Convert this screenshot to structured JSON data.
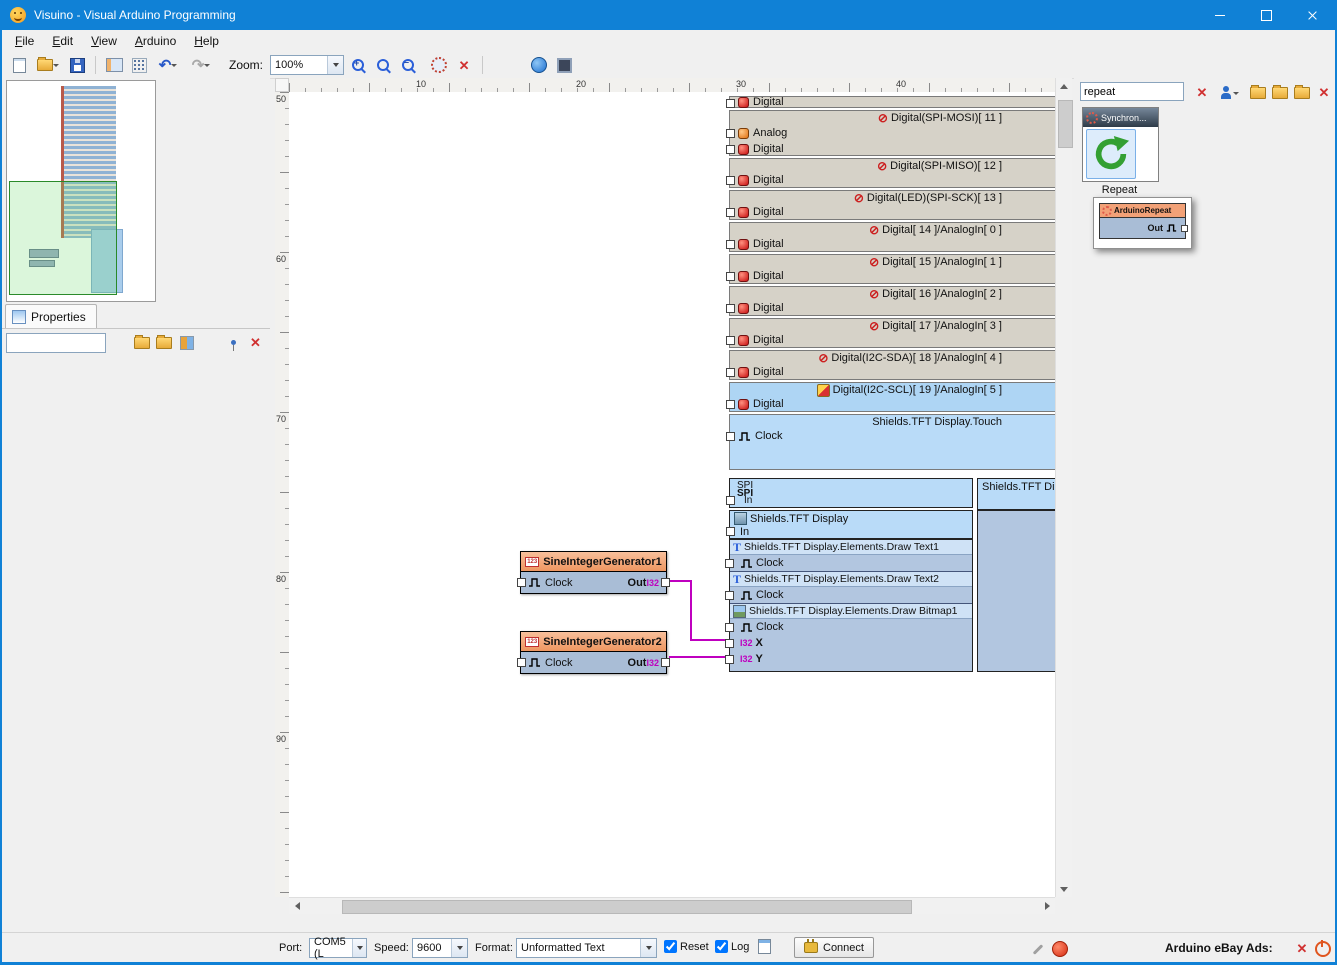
{
  "window": {
    "title": "Visuino - Visual Arduino Programming"
  },
  "menu": {
    "items": [
      {
        "label": "File"
      },
      {
        "label": "Edit"
      },
      {
        "label": "View"
      },
      {
        "label": "Arduino"
      },
      {
        "label": "Help"
      }
    ]
  },
  "toolbar": {
    "zoom_label": "Zoom:",
    "zoom_value": "100%"
  },
  "left_panel": {
    "properties_tab": "Properties"
  },
  "rulers": {
    "h": [
      "10",
      "20",
      "30",
      "40"
    ],
    "v": [
      "50",
      "60",
      "70",
      "80",
      "90"
    ]
  },
  "canvas": {
    "arduino": {
      "partial_pin": "Digital",
      "rows": [
        {
          "label": "Digital(SPI-MOSI)[ 11 ]",
          "pins": [
            "Analog",
            "Digital"
          ]
        },
        {
          "label": "Digital(SPI-MISO)[ 12 ]",
          "pins": [
            "Digital"
          ]
        },
        {
          "label": "Digital(LED)(SPI-SCK)[ 13 ]",
          "pins": [
            "Digital"
          ]
        },
        {
          "label": "Digital[ 14 ]/AnalogIn[ 0 ]",
          "pins": [
            "Digital"
          ]
        },
        {
          "label": "Digital[ 15 ]/AnalogIn[ 1 ]",
          "pins": [
            "Digital"
          ]
        },
        {
          "label": "Digital[ 16 ]/AnalogIn[ 2 ]",
          "pins": [
            "Digital"
          ]
        },
        {
          "label": "Digital[ 17 ]/AnalogIn[ 3 ]",
          "pins": [
            "Digital"
          ]
        },
        {
          "label": "Digital(I2C-SDA)[ 18 ]/AnalogIn[ 4 ]",
          "pins": [
            "Digital"
          ]
        },
        {
          "label": "Digital(I2C-SCL)[ 19 ]/AnalogIn[ 5 ]",
          "pins": [
            "Digital"
          ]
        }
      ],
      "touch": {
        "label": "Shields.TFT Display.Touch",
        "pin": "Clock"
      },
      "spi": {
        "title": "SPI",
        "group": "SPI",
        "pin": "In"
      },
      "display": {
        "label": "Shields.TFT Display",
        "pin": "In"
      },
      "side_box": {
        "label": "Shields.TFT Di"
      },
      "elements": [
        {
          "label": "Shields.TFT Display.Elements.Draw Text1",
          "pin": "Clock"
        },
        {
          "label": "Shields.TFT Display.Elements.Draw Text2",
          "pin": "Clock"
        },
        {
          "label": "Shields.TFT Display.Elements.Draw Bitmap1",
          "pin": "Clock",
          "x_type": "I32",
          "x_name": "X",
          "y_type": "I32",
          "y_name": "Y"
        }
      ]
    },
    "generators": [
      {
        "title": "SineIntegerGenerator1",
        "in_pin": "Clock",
        "out_label": "Out",
        "out_type": "I32"
      },
      {
        "title": "SineIntegerGenerator2",
        "in_pin": "Clock",
        "out_label": "Out",
        "out_type": "I32"
      }
    ]
  },
  "palette": {
    "search_value": "repeat",
    "tile_header": "Synchron...",
    "tile_caption": "Repeat",
    "tooltip": {
      "title": "ArduinoRepeat",
      "pin_label": "Out"
    }
  },
  "status_bar": {
    "port_label": "Port:",
    "port_value": "COM5 (L",
    "speed_label": "Speed:",
    "speed_value": "9600",
    "format_label": "Format:",
    "format_value": "Unformatted Text",
    "reset_label": "Reset",
    "log_label": "Log",
    "connect_label": "Connect",
    "ads_label": "Arduino eBay Ads:"
  },
  "icons": {
    "int_badge": "123"
  },
  "colors": {
    "titlebar": "#1081d6",
    "wire": "#bf00bf",
    "highlight_row": "#aed5f4",
    "component_header": "#f2a177",
    "component_body": "#a9bdd6"
  }
}
